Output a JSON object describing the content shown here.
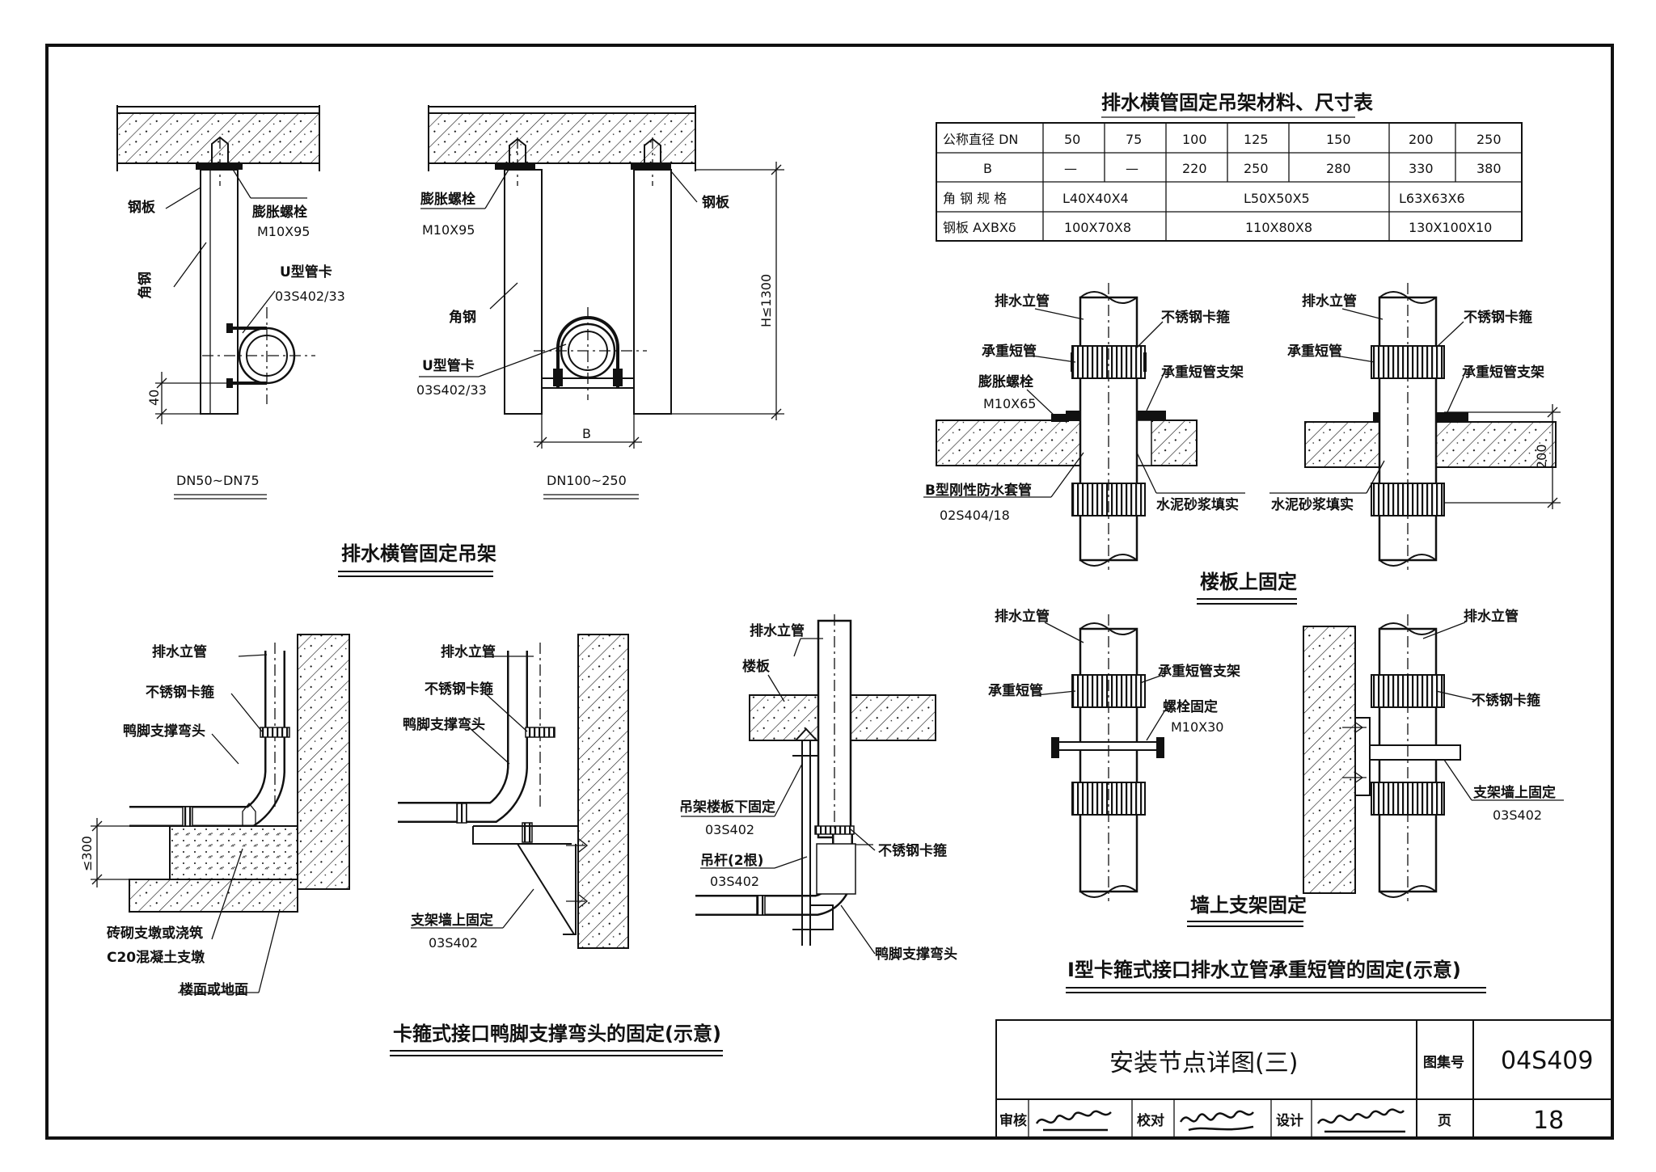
{
  "drawing": {
    "sheet_title": "安装节点详图(三)",
    "atlas_label": "图集号",
    "atlas_no": "04S409",
    "page_label": "页",
    "page_no": "18",
    "review_label": "审核",
    "check_label": "校对",
    "design_label": "设计"
  },
  "table": {
    "title": "排水横管固定吊架材料、尺寸表",
    "row_dn": {
      "label": "公称直径 DN",
      "values": [
        "50",
        "75",
        "100",
        "125",
        "150",
        "200",
        "250"
      ]
    },
    "row_b": {
      "label": "B",
      "values": [
        "—",
        "—",
        "220",
        "250",
        "280",
        "330",
        "380"
      ]
    },
    "row_angle": {
      "label": "角 钢 规 格",
      "groups": [
        "L40X40X4",
        "L50X50X5",
        "L63X63X6"
      ]
    },
    "row_plate": {
      "label": "钢板 AXBXδ",
      "groups": [
        "100X70X8",
        "110X80X8",
        "130X100X10"
      ]
    }
  },
  "hanger": {
    "section_title": "排水横管固定吊架",
    "left_caption": "DN50~DN75",
    "right_caption": "DN100~250",
    "steel_plate": "钢板",
    "expansion_bolt": "膨胀螺栓",
    "bolt_spec": "M10X95",
    "angle_steel": "角钢",
    "u_clamp": "U型管卡",
    "u_clamp_ref": "03S402/33",
    "dim_40": "40",
    "dim_h": "H≤1300",
    "dim_b": "B"
  },
  "floor_fix": {
    "section_title": "楼板上固定",
    "riser": "排水立管",
    "ss_clamp": "不锈钢卡箍",
    "bearing_pipe": "承重短管",
    "bearing_support": "承重短管支架",
    "expansion_bolt": "膨胀螺栓",
    "bolt_spec": "M10X65",
    "sleeve": "B型刚性防水套管",
    "sleeve_ref": "02S404/18",
    "mortar": "水泥砂浆填实",
    "dim_200": "200"
  },
  "wall_fix": {
    "section_title": "墙上支架固定",
    "riser": "排水立管",
    "bearing_pipe": "承重短管",
    "bearing_support": "承重短管支架",
    "bolt_fix": "螺栓固定",
    "bolt_spec": "M10X30",
    "ss_clamp": "不锈钢卡箍",
    "wall_fix": "支架墙上固定",
    "wall_ref": "03S402"
  },
  "type1_caption": "Ⅰ型卡箍式接口排水立管承重短管的固定(示意)",
  "elbow": {
    "section_title": "卡箍式接口鸭脚支撑弯头的固定(示意)",
    "riser": "排水立管",
    "ss_clamp": "不锈钢卡箍",
    "duck_elbow": "鸭脚支撑弯头",
    "dim_300": "≤300",
    "brick_pier": "砖砌支墩或浇筑",
    "concrete_pier": "C20混凝土支墩",
    "floor": "楼面或地面",
    "wall_fix": "支架墙上固定",
    "wall_ref": "03S402",
    "slab": "楼板",
    "hanger_fix": "吊架楼板下固定",
    "hanger_ref": "03S402",
    "rod": "吊杆(2根)",
    "rod_ref": "03S402",
    "duck_elbow2": "鸭脚支撑弯头"
  }
}
